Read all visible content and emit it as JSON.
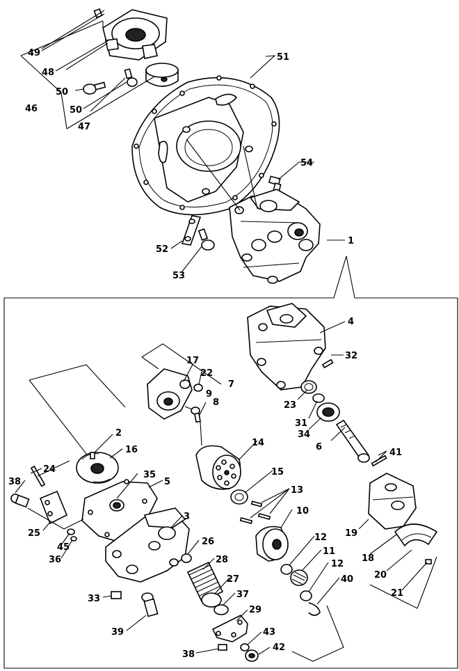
{
  "callouts": [
    {
      "id": "49",
      "text": "49"
    },
    {
      "id": "48",
      "text": "48"
    },
    {
      "id": "50a",
      "text": "50"
    },
    {
      "id": "46",
      "text": "46"
    },
    {
      "id": "50b",
      "text": "50"
    },
    {
      "id": "47",
      "text": "47"
    },
    {
      "id": "51",
      "text": "51"
    },
    {
      "id": "54",
      "text": "54"
    },
    {
      "id": "1",
      "text": "1"
    },
    {
      "id": "52",
      "text": "52"
    },
    {
      "id": "53",
      "text": "53"
    },
    {
      "id": "4",
      "text": "4"
    },
    {
      "id": "32",
      "text": "32"
    },
    {
      "id": "17",
      "text": "17"
    },
    {
      "id": "22",
      "text": "22"
    },
    {
      "id": "7",
      "text": "7"
    },
    {
      "id": "9",
      "text": "9"
    },
    {
      "id": "8",
      "text": "8"
    },
    {
      "id": "23",
      "text": "23"
    },
    {
      "id": "31",
      "text": "31"
    },
    {
      "id": "34",
      "text": "34"
    },
    {
      "id": "6",
      "text": "6"
    },
    {
      "id": "2",
      "text": "2"
    },
    {
      "id": "16",
      "text": "16"
    },
    {
      "id": "14",
      "text": "14"
    },
    {
      "id": "41",
      "text": "41"
    },
    {
      "id": "24",
      "text": "24"
    },
    {
      "id": "38a",
      "text": "38"
    },
    {
      "id": "35",
      "text": "35"
    },
    {
      "id": "5",
      "text": "5"
    },
    {
      "id": "15",
      "text": "15"
    },
    {
      "id": "13",
      "text": "13"
    },
    {
      "id": "10",
      "text": "10"
    },
    {
      "id": "3",
      "text": "3"
    },
    {
      "id": "19",
      "text": "19"
    },
    {
      "id": "25",
      "text": "25"
    },
    {
      "id": "45",
      "text": "45"
    },
    {
      "id": "36",
      "text": "36"
    },
    {
      "id": "26",
      "text": "26"
    },
    {
      "id": "12a",
      "text": "12"
    },
    {
      "id": "18",
      "text": "18"
    },
    {
      "id": "28",
      "text": "28"
    },
    {
      "id": "11",
      "text": "11"
    },
    {
      "id": "12b",
      "text": "12"
    },
    {
      "id": "20",
      "text": "20"
    },
    {
      "id": "27",
      "text": "27"
    },
    {
      "id": "40",
      "text": "40"
    },
    {
      "id": "37",
      "text": "37"
    },
    {
      "id": "21",
      "text": "21"
    },
    {
      "id": "33",
      "text": "33"
    },
    {
      "id": "29",
      "text": "29"
    },
    {
      "id": "39",
      "text": "39"
    },
    {
      "id": "43",
      "text": "43"
    },
    {
      "id": "38b",
      "text": "38"
    },
    {
      "id": "42",
      "text": "42"
    }
  ]
}
